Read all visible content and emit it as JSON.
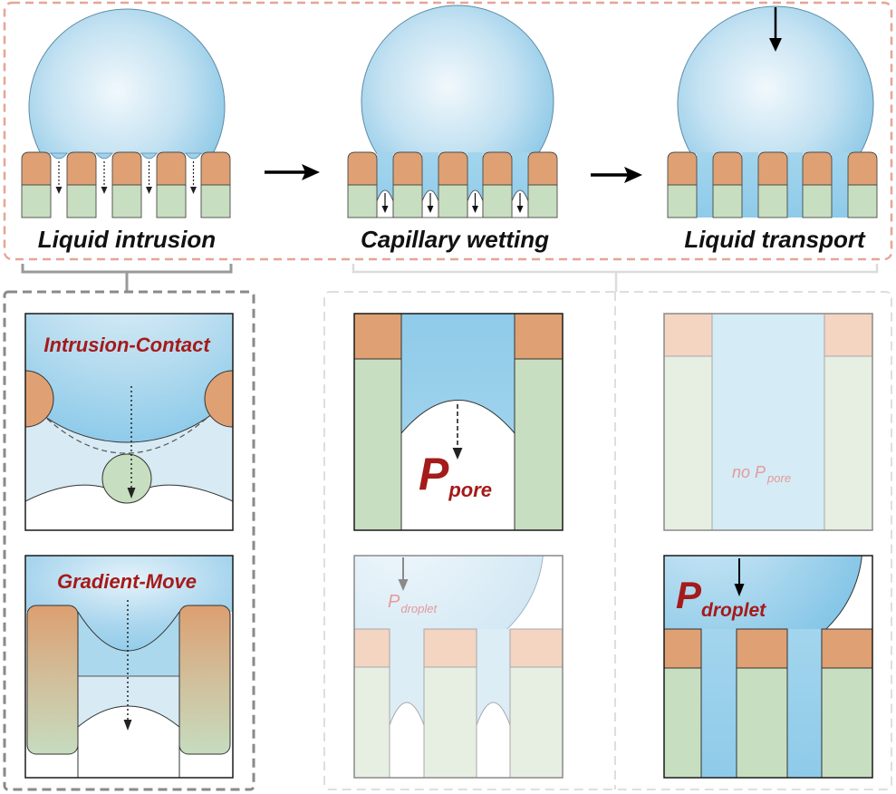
{
  "stages": [
    {
      "label": "Liquid intrusion"
    },
    {
      "label": "Capillary wetting"
    },
    {
      "label": "Liquid transport"
    }
  ],
  "panels": {
    "intrusion_contact": {
      "title": "Intrusion-Contact"
    },
    "gradient_move": {
      "title": "Gradient-Move"
    },
    "pore_pressure": {
      "symbol": "P",
      "subscript": "pore"
    },
    "no_pore_pressure": {
      "text": "no P",
      "subscript": "pore"
    },
    "droplet_pressure_faded": {
      "symbol": "P",
      "subscript": "droplet"
    },
    "droplet_pressure": {
      "symbol": "P",
      "subscript": "droplet"
    }
  },
  "colors": {
    "liquid": "#8ecbea",
    "pillar_top": "#dfa173",
    "pillar_base": "#c8dec0",
    "accent_text": "#a51a1a",
    "faded_text": "#e59a9a",
    "sequence_frame": "#e6a596"
  }
}
